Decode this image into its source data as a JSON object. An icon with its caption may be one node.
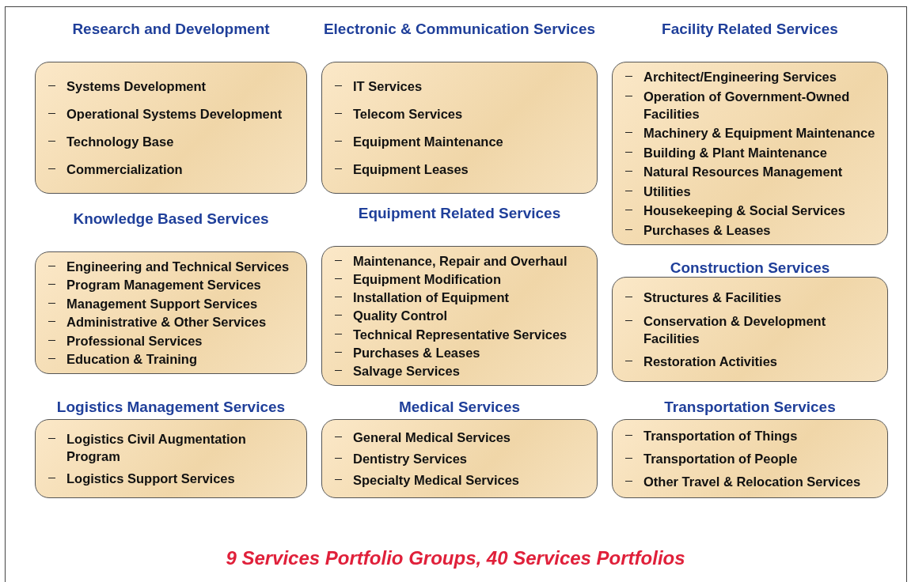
{
  "diagram": {
    "caption": "9 Services Portfolio Groups, 40 Services Portfolios",
    "nodes": [
      {
        "text": [
          "Research and Development",
          "Systems Development",
          "Operational Systems Development",
          "Technology Base",
          "Commercialization"
        ]
      },
      {
        "text": [
          "Electronic & Communication Services",
          "IT Services",
          "Telecom Services",
          "Equipment Maintenance",
          "Equipment Leases"
        ]
      },
      {
        "text": [
          "Facility Related Services",
          "Architect/Engineering Services",
          "Operation of Government-Owned Facilities",
          "Machinery & Equipment Maintenance",
          "Building & Plant Maintenance",
          "Natural Resources Management",
          "Utilities",
          "Housekeeping & Social Services",
          "Purchases & Leases"
        ]
      },
      {
        "text": [
          "Knowledge Based Services",
          "Engineering and Technical Services",
          "Program Management Services",
          "Management Support Services",
          "Administrative & Other Services",
          "Professional Services",
          "Education & Training"
        ]
      },
      {
        "text": [
          "Equipment  Related Services",
          "Maintenance, Repair and Overhaul",
          "Equipment  Modification",
          "Installation of Equipment",
          "Quality Control",
          "Technical Representative Services",
          "Purchases & Leases",
          "Salvage Services"
        ]
      },
      {
        "text": [
          "Construction Services",
          "Structures & Facilities",
          "Conservation & Development Facilities",
          "Restoration Activities"
        ]
      },
      {
        "text": [
          "Logistics Management Services",
          "Logistics Civil Augmentation Program",
          "Logistics Support Services"
        ]
      },
      {
        "text": [
          "Medical Services",
          "General Medical Services",
          "Dentistry Services",
          "Specialty Medical Services"
        ]
      },
      {
        "text": [
          "Transportation Services",
          "Transportation of Things",
          "Transportation of People",
          "Other Travel & Relocation Services"
        ]
      }
    ],
    "edges": []
  }
}
